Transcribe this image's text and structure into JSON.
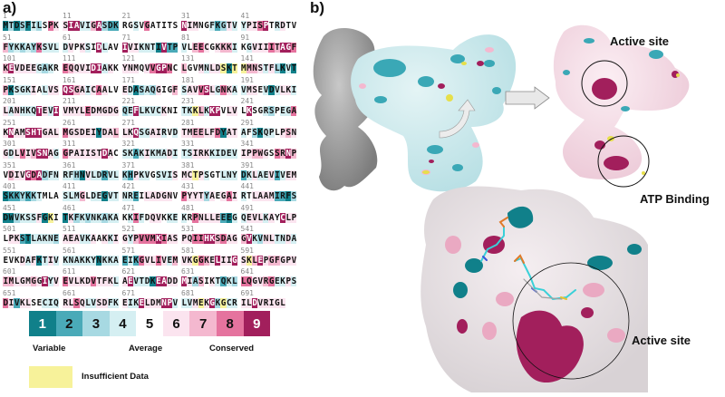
{
  "panel_a": {
    "label": "a)",
    "sequence_rows": [
      {
        "blocks": [
          {
            "num": "1",
            "seq": "MTDSFILSPK",
            "grades": "1313143586"
          },
          {
            "num": "11",
            "seq": "SIAVIGASDK",
            "grades": "6994479322"
          },
          {
            "num": "21",
            "seq": "RGSVGATITS",
            "grades": "5545855555"
          },
          {
            "num": "31",
            "seq": "NIMNGFKGTV",
            "grades": "9665542364"
          },
          {
            "num": "41",
            "seq": "YPISPTRDTV",
            "grades": "4668954655"
          }
        ]
      },
      {
        "blocks": [
          {
            "num": "51",
            "seq": "FYKKAYKSVL",
            "grades": "7343438444"
          },
          {
            "num": "61",
            "seq": "DVPKSIDLAV",
            "grades": "4656459455"
          },
          {
            "num": "71",
            "seq": "IVIKNTIVTP",
            "grades": "9664441922"
          },
          {
            "num": "81",
            "seq": "VLEECGKKKI",
            "grades": "4578656774"
          },
          {
            "num": "91",
            "seq": "KGVIIITAGF",
            "grades": "5466687998"
          }
        ]
      },
      {
        "blocks": [
          {
            "num": "101",
            "seq": "KEVDEEGAKR",
            "grades": "7966664345"
          },
          {
            "num": "111",
            "seq": "EQQVIDIAKK",
            "grades": "8766699465"
          },
          {
            "num": "121",
            "seq": "YNMQVVGPNC",
            "grades": "6665689985"
          },
          {
            "num": "131",
            "seq": "LGVMNLDSKT",
            "grades": "7556466Y1Y"
          },
          {
            "num": "141",
            "seq": "MMNSTFLKVT",
            "grades": "Y776463141"
          }
        ]
      },
      {
        "blocks": [
          {
            "num": "151",
            "seq": "PKSGKIALVS",
            "grades": "7144465466"
          },
          {
            "num": "161",
            "seq": "QSGAICAALV",
            "grades": "9976468655"
          },
          {
            "num": "171",
            "seq": "EDASAQGIGF",
            "grades": "6413436557"
          },
          {
            "num": "181",
            "seq": "SAVVSLGNKA",
            "grades": "4668964864"
          },
          {
            "num": "191",
            "seq": "VMSEVDVLKI",
            "grades": "4665414664"
          }
        ]
      },
      {
        "blocks": [
          {
            "num": "201",
            "seq": "LANHKQTEVI",
            "grades": "6464449649"
          },
          {
            "num": "211",
            "seq": "VMYLEDMGDG",
            "grades": "6666866666"
          },
          {
            "num": "221",
            "seq": "QEFLKVCKNI",
            "grades": "3494444655"
          },
          {
            "num": "231",
            "seq": "TKKLKKPVLV",
            "grades": "44Y7499566"
          },
          {
            "num": "241",
            "seq": "LKSGRSPEGA",
            "grades": "5955435448"
          }
        ]
      },
      {
        "blocks": [
          {
            "num": "251",
            "seq": "KNAMSHTGAL",
            "grades": "6966999666"
          },
          {
            "num": "261",
            "seq": "MGSDEIYDAL",
            "grades": "8666661667"
          },
          {
            "num": "271",
            "seq": "LKQSGAIRVD",
            "grades": "6694466454"
          },
          {
            "num": "281",
            "seq": "TMEELFDYAT",
            "grades": "6677668166"
          },
          {
            "num": "291",
            "seq": "AFSKQPLPSN",
            "grades": "4531445676"
          }
        ]
      },
      {
        "blocks": [
          {
            "num": "301",
            "seq": "GDLVIVSNAG",
            "grades": "6468679964"
          },
          {
            "num": "311",
            "seq": "GPAIISTDAC",
            "grades": "8666666965"
          },
          {
            "num": "321",
            "seq": "SKAKIKMADI",
            "grades": "4424644464"
          },
          {
            "num": "331",
            "seq": "TSIRKKIDEV",
            "grades": "4466644444"
          },
          {
            "num": "341",
            "seq": "IPPWGSSRNP",
            "grades": "6677658797"
          }
        ]
      },
      {
        "blocks": [
          {
            "num": "351",
            "seq": "VDIVGDADFN",
            "grades": "5766989344"
          },
          {
            "num": "361",
            "seq": "RFHNVLDRVL",
            "grades": "4431644244"
          },
          {
            "num": "371",
            "seq": "KHPKVGSVIS",
            "grades": "3264454446"
          },
          {
            "num": "381",
            "seq": "MCTPSGTLNY",
            "grades": "66Y6455444"
          },
          {
            "num": "391",
            "seq": "DKLAEVIVEM",
            "grades": "2464462466"
          }
        ]
      },
      {
        "blocks": [
          {
            "num": "401",
            "seq": "SKKYKKTMLA",
            "grades": "1223234555"
          },
          {
            "num": "411",
            "seq": "SLMGLDEGVT",
            "grades": "4447544144"
          },
          {
            "num": "421",
            "seq": "NREILADGNV",
            "grades": "4425666665"
          },
          {
            "num": "431",
            "seq": "PYYTYAEGAI",
            "grades": "8666365686"
          },
          {
            "num": "441",
            "seq": "RTLAAMIRFS",
            "grades": "4566662213"
          }
        ]
      },
      {
        "blocks": [
          {
            "num": "451",
            "seq": "DWVKSSFGKI",
            "grades": "11344461Y5"
          },
          {
            "num": "461",
            "seq": "TKFKVNKAKA",
            "grades": "1634344344"
          },
          {
            "num": "471",
            "seq": "KKIFDQVKKE",
            "grades": "5484566544"
          },
          {
            "num": "481",
            "seq": "KRPNLLEEEG",
            "grades": "4586666214"
          },
          {
            "num": "491",
            "seq": "QEVLKAYCLP",
            "grades": "4666465966"
          }
        ]
      },
      {
        "blocks": [
          {
            "num": "501",
            "seq": "LPKSTLAKNE",
            "grades": "5662144443"
          },
          {
            "num": "511",
            "seq": "AEAVKAAKKI",
            "grades": "6664465646"
          },
          {
            "num": "521",
            "seq": "GYPVVMKIAS",
            "grades": "6478889866"
          },
          {
            "num": "531",
            "seq": "PQIIHKSDAG",
            "grades": "6688997866"
          },
          {
            "num": "541",
            "seq": "GVKVNLTNDA",
            "grades": "7943664464"
          }
        ]
      },
      {
        "blocks": [
          {
            "num": "551",
            "seq": "EVKDAFKTIV",
            "grades": "5556461464"
          },
          {
            "num": "561",
            "seq": "KNAKKYNKKA",
            "grades": "4444441444"
          },
          {
            "num": "571",
            "seq": "EIKGVLIVEM",
            "grades": "2428668647"
          },
          {
            "num": "581",
            "seq": "VKGGKELIIG",
            "grades": "66Y8769669"
          },
          {
            "num": "591",
            "seq": "SKLEPGFGPV",
            "grades": "6Y79677666"
          }
        ]
      },
      {
        "blocks": [
          {
            "num": "601",
            "seq": "IMLGMGGIYV",
            "grades": "7766676946"
          },
          {
            "num": "611",
            "seq": "EVLKDVTFKL",
            "grades": "8666686664"
          },
          {
            "num": "621",
            "seq": "AEVTDKEADD",
            "grades": "6944419966"
          },
          {
            "num": "631",
            "seq": "MIASIKTQKL",
            "grades": "9637564243"
          },
          {
            "num": "641",
            "seq": "LQGVRGEKPS",
            "grades": "8866784464"
          }
        ]
      },
      {
        "blocks": [
          {
            "num": "651",
            "seq": "DIVKLSECIQ",
            "grades": "8626655444"
          },
          {
            "num": "661",
            "seq": "RLSQLVSDFK",
            "grades": "6686446644"
          },
          {
            "num": "671",
            "seq": "EIKELDMNPV",
            "grades": "6449666994"
          },
          {
            "num": "681",
            "seq": "LVMEKGKGCR",
            "grades": "446Y693Y44"
          },
          {
            "num": "691",
            "seq": "ILDVRIGL",
            "grades": "66966666"
          }
        ]
      }
    ],
    "scale": {
      "cells": [
        {
          "label": "1",
          "color": "#10808a"
        },
        {
          "label": "2",
          "color": "#4aaab8"
        },
        {
          "label": "3",
          "color": "#a7d9e2"
        },
        {
          "label": "4",
          "color": "#d5eff2"
        },
        {
          "label": "5",
          "color": "#ffffff"
        },
        {
          "label": "6",
          "color": "#fbe4ef"
        },
        {
          "label": "7",
          "color": "#f4b8cf"
        },
        {
          "label": "8",
          "color": "#e5739e"
        },
        {
          "label": "9",
          "color": "#a21f5c"
        }
      ],
      "label_variable": "Variable",
      "label_average": "Average",
      "label_conserved": "Conserved",
      "insufficient_label": "Insufficient Data",
      "insufficient_color": "#f7f29a"
    }
  },
  "panel_b": {
    "label": "b)",
    "annotations": {
      "active_site_top": "Active site",
      "atp_binding": "ATP Binding",
      "active_site_zoom": "Active site"
    },
    "colors": {
      "surface_grey": "#9a9a9a",
      "variable": "#10808a",
      "conserved": "#a21f5c",
      "arrow": "#e6e6e6"
    }
  }
}
